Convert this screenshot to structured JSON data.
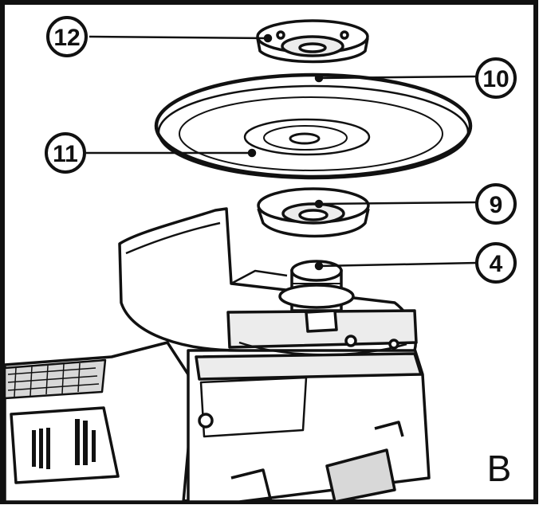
{
  "callouts": {
    "c12": "12",
    "c10": "10",
    "c11": "11",
    "c9": "9",
    "c4": "4"
  },
  "figure_letter": "B",
  "colors": {
    "ink": "#111111",
    "paper": "#ffffff",
    "shade": "#e6e6e6"
  }
}
